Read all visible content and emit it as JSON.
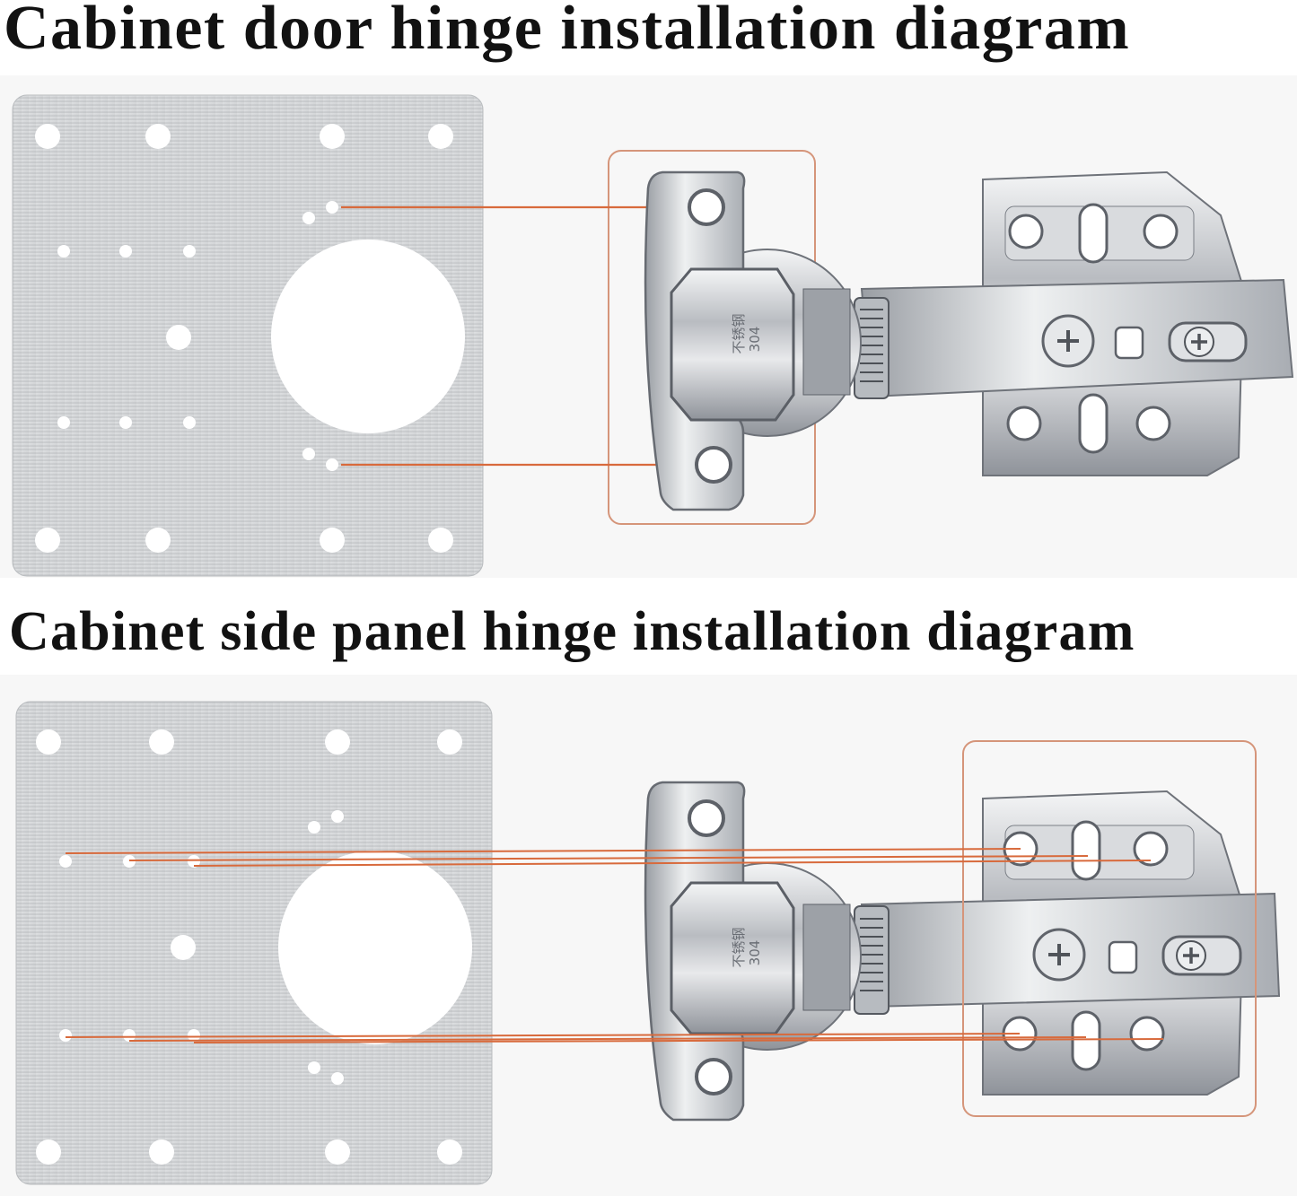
{
  "titles": {
    "door": "Cabinet door hinge installation diagram",
    "side_panel": "Cabinet side panel hinge installation diagram"
  },
  "hinge": {
    "cup_marking_line1": "不锈钢",
    "cup_marking_line2": "304"
  },
  "colors": {
    "background": "#ffffff",
    "plate_steel": "#d3d5d7",
    "hinge_chrome": "#c9ccd0",
    "guide_line": "#d86a3c",
    "highlight_box": "#d5957a",
    "title_text": "#121212"
  },
  "icons": {
    "plate": "repair-plate-icon",
    "hinge": "concealed-hinge-icon"
  }
}
